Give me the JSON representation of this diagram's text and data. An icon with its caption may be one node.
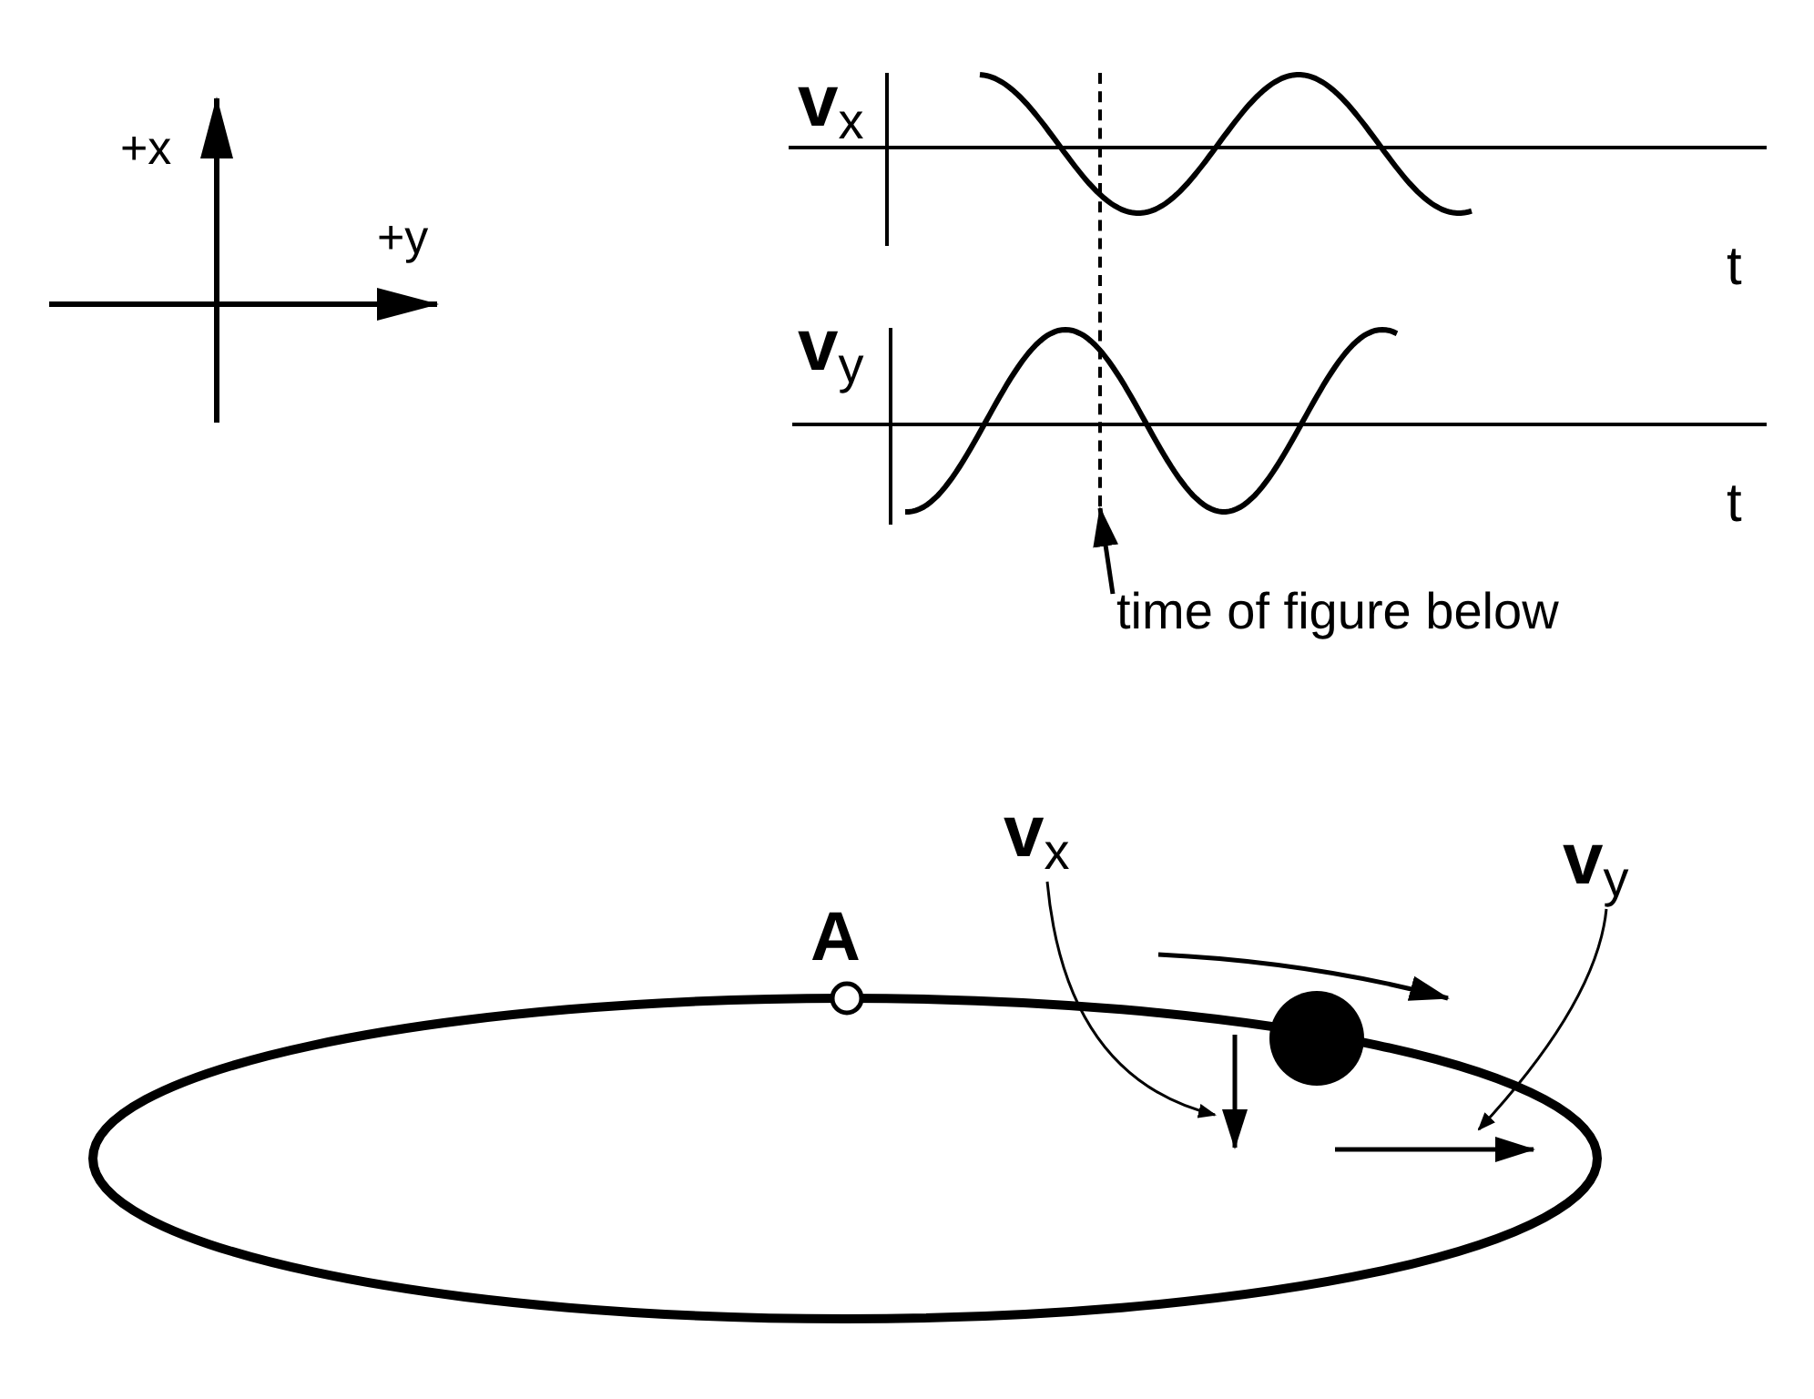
{
  "diagram": {
    "nodes": [
      {
        "text": [
          "time of figure below"
        ]
      },
      {
        "text": [
          "**v**$_{x}$"
        ]
      },
      {
        "text": [
          "**v**$_{y}$"
        ]
      },
      {
        "text": [],
        "shape": "line"
      }
    ],
    "edges": [
      {
        "from": 0,
        "to": 3,
        "arrow": "to"
      },
      {
        "from": 1,
        "to": null,
        "arrow": "to"
      },
      {
        "from": 2,
        "to": null,
        "arrow": "to"
      }
    ],
    "labels": [
      "+x",
      "+y",
      "**v**$_{x}$",
      "t",
      "**v**$_{y}$",
      "t",
      "A"
    ]
  }
}
